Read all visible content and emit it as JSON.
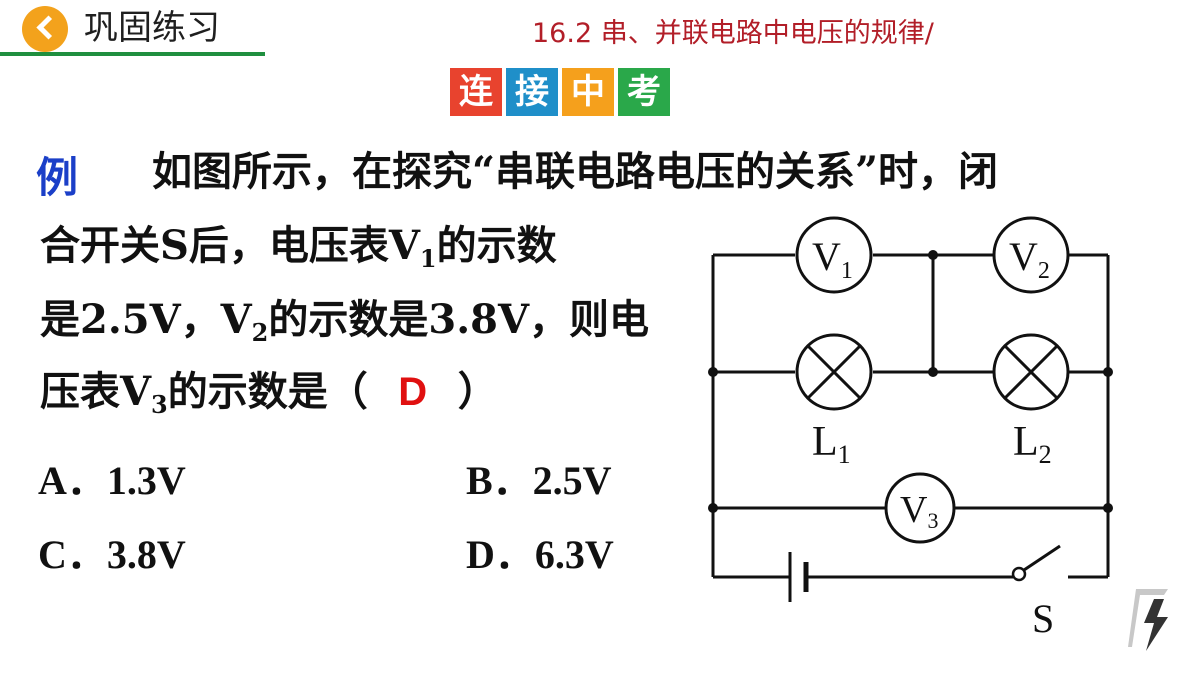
{
  "header": {
    "section_title": "巩固练习",
    "lesson_title": "16.2 串、并联电路中电压的规律/",
    "badges": [
      {
        "text": "连",
        "color": "#e8432e"
      },
      {
        "text": "接",
        "color": "#1f8fc9"
      },
      {
        "text": "中",
        "color": "#f5a01c"
      },
      {
        "text": "考",
        "color": "#2aa84a"
      }
    ]
  },
  "question": {
    "label": "例",
    "line1": "如图所示，在探究“串联电路电压的关系”时，闭",
    "line2_pre": "合开关S后，电压表V",
    "line2_sub": "1",
    "line2_post": "的示数",
    "line3_pre": "是2.5V，V",
    "line3_sub": "2",
    "line3_post": "的示数是3.8V，则电",
    "line4_pre": "压表V",
    "line4_sub": "3",
    "line4_post": "的示数是（",
    "answer": "D",
    "line4_close": "）"
  },
  "options": [
    {
      "label": "A．1.3V"
    },
    {
      "label": "B．2.5V"
    },
    {
      "label": "C．3.8V"
    },
    {
      "label": "D．6.3V"
    }
  ],
  "diagram": {
    "v1": "V",
    "v1_sub": "1",
    "v2": "V",
    "v2_sub": "2",
    "v3": "V",
    "v3_sub": "3",
    "l1": "L",
    "l1_sub": "1",
    "l2": "L",
    "l2_sub": "2",
    "switch": "S"
  }
}
